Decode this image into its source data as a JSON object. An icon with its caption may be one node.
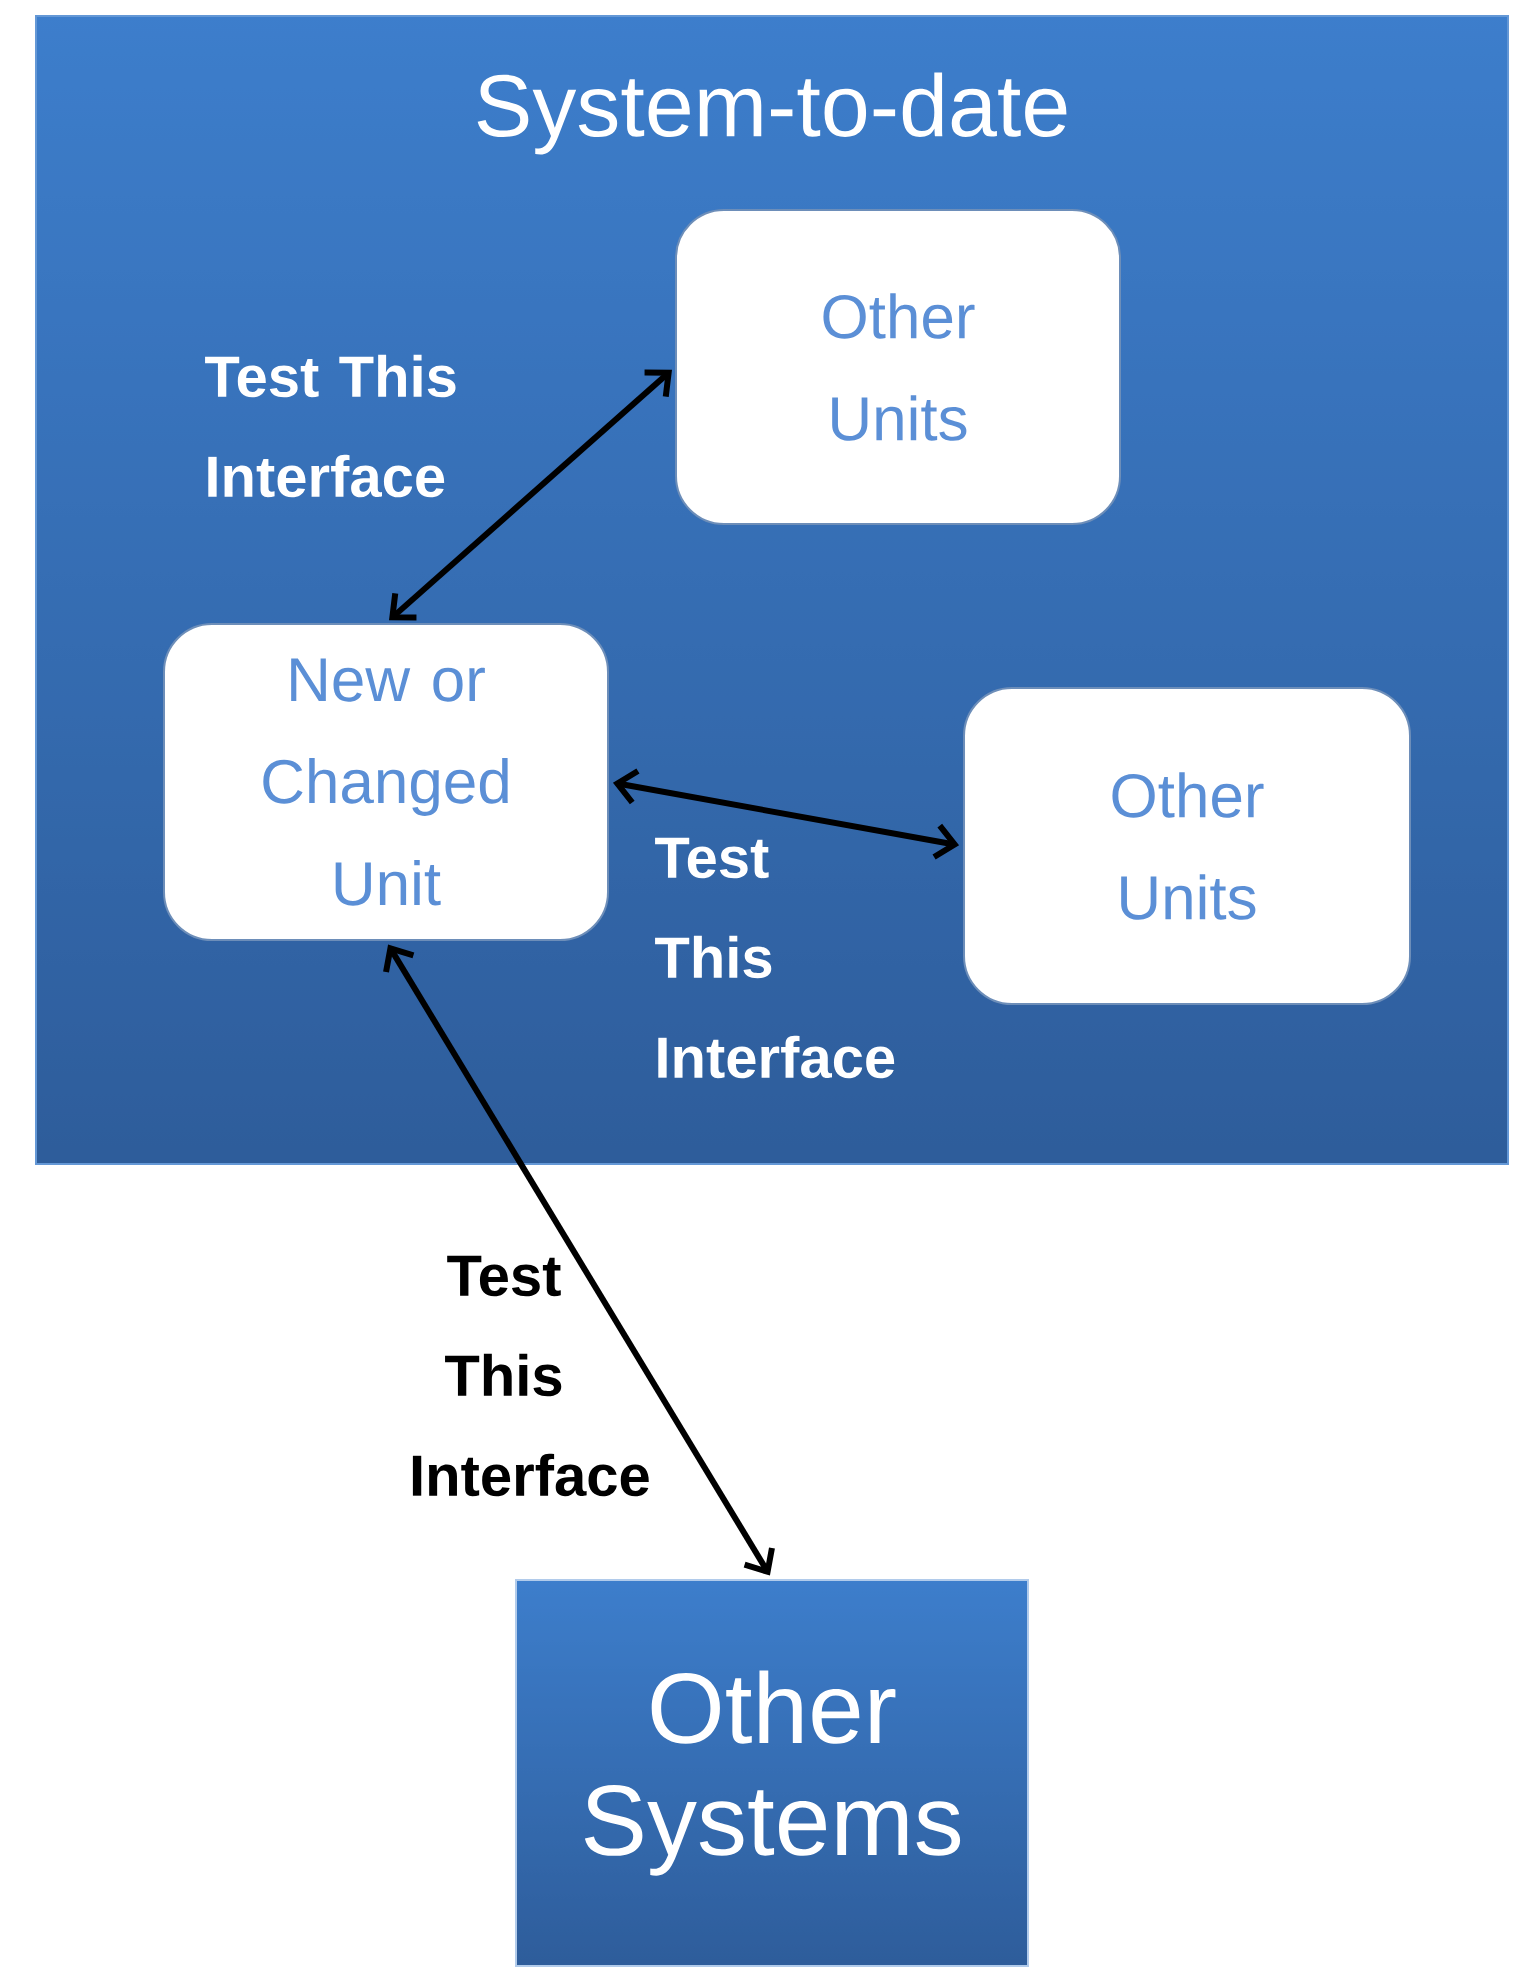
{
  "diagram": {
    "nodes": [
      {
        "text": [
          "System-to-date"
        ]
      },
      {
        "text": [
          "Other Units"
        ],
        "in": 0
      },
      {
        "text": [
          "New or Changed Unit"
        ],
        "in": 0
      },
      {
        "text": [
          "Other Units"
        ],
        "in": 0
      },
      {
        "text": [
          "Other Systems"
        ]
      }
    ],
    "edges": [
      {
        "from": 2,
        "to": 1,
        "arrow": "both",
        "label": "Test This Interface"
      },
      {
        "from": 2,
        "to": 3,
        "arrow": "both",
        "label": "Test This Interface"
      },
      {
        "from": 2,
        "to": 4,
        "arrow": "both",
        "label": "Test This Interface"
      }
    ]
  }
}
